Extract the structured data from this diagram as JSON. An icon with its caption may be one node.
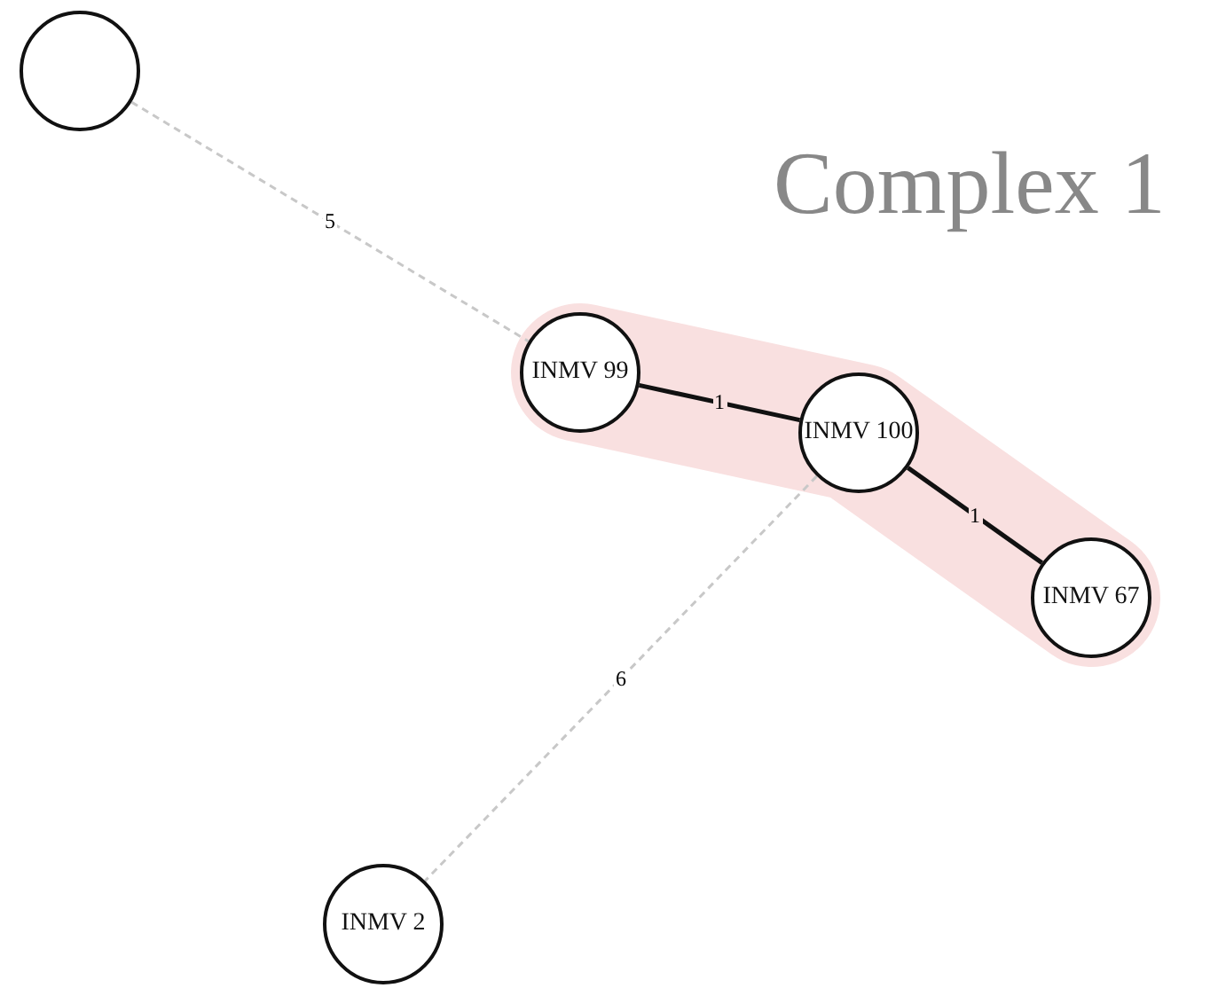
{
  "diagram": {
    "title": "Complex 1",
    "nodes": [
      {
        "text": [],
        "shape": "circle"
      },
      {
        "text": [],
        "shape": "band"
      },
      {
        "text": [
          "INMV 99"
        ],
        "in": 1
      },
      {
        "text": [
          "INMV 100"
        ],
        "in": 1
      },
      {
        "text": [
          "INMV 67"
        ],
        "in": 1
      },
      {
        "text": [
          "INMV 2"
        ]
      }
    ],
    "edges": [
      {
        "from": 0,
        "to": 2,
        "arrow": "none",
        "label": "5",
        "style": "dashed",
        "color": "#c8c8c8"
      },
      {
        "from": 2,
        "to": 3,
        "arrow": "none",
        "label": "1",
        "color": "#111111"
      },
      {
        "from": 3,
        "to": 4,
        "arrow": "none",
        "label": "1",
        "color": "#111111"
      },
      {
        "from": 3,
        "to": 5,
        "arrow": "none",
        "label": "6",
        "style": "dashed",
        "color": "#c8c8c8"
      }
    ]
  }
}
